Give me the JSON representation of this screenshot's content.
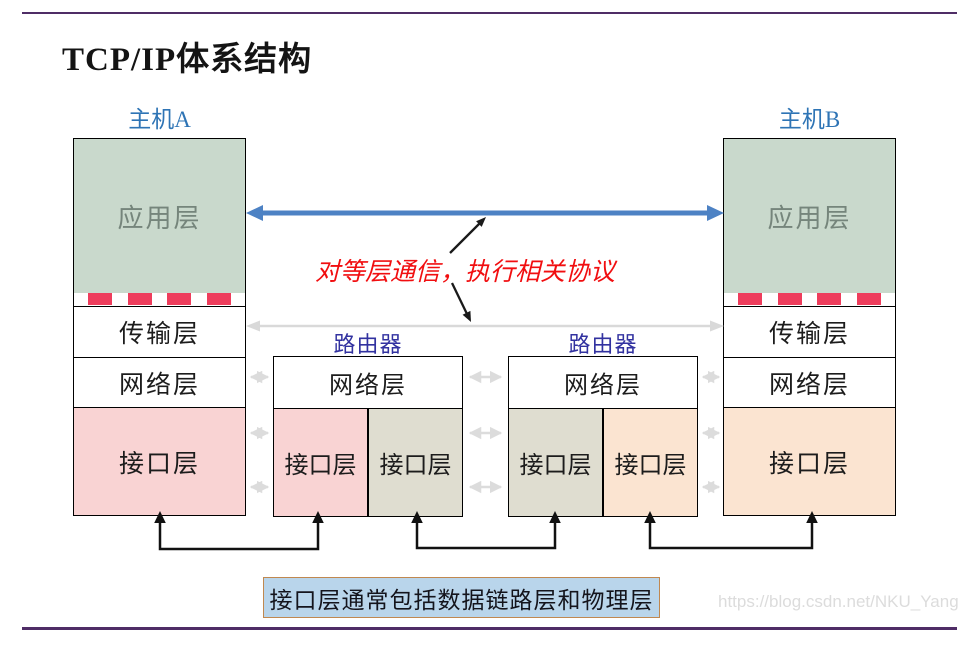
{
  "title": "TCP/IP体系结构",
  "host_a": {
    "label": "主机A"
  },
  "host_b": {
    "label": "主机B"
  },
  "router_1": {
    "label": "路由器"
  },
  "router_2": {
    "label": "路由器"
  },
  "layers": {
    "application": "应用层",
    "transport": "传输层",
    "network": "网络层",
    "interface": "接口层"
  },
  "annotation": {
    "peer_communication": "对等层通信，执行相关协议"
  },
  "note": {
    "text": "接口层通常包括数据链路层和物理层"
  },
  "watermark": "https://blog.csdn.net/NKU_Yang",
  "colors": {
    "application_fill": "#c9d9cc",
    "interface_pink": "#f9d3d3",
    "interface_olive": "#dfddd0",
    "interface_peach": "#fbe4d1",
    "dash_red": "#ee3d5c",
    "peer_arrow_blue": "#4d82c4",
    "transport_line_gray": "#d9d9d9",
    "hop_arrow_gray": "#dcdcdc",
    "divider_purple": "#4f2d66",
    "host_label_blue": "#2e74b5",
    "router_label_blue": "#3232a0",
    "annotation_red": "#f10e10",
    "note_fill": "#b9d5eb",
    "note_border": "#c08850"
  }
}
